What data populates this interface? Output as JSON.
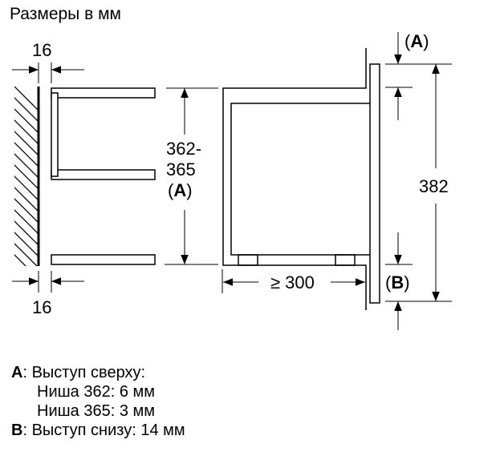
{
  "title": "Размеры в мм",
  "dimensions": {
    "side_gap_top": "16",
    "side_gap_bottom": "16",
    "niche_height_line1": "362-",
    "niche_height_line2": "365",
    "niche_height_ref_open": "(",
    "niche_height_ref": "A",
    "niche_height_ref_close": ")",
    "depth": "≥ 300",
    "front_height": "382",
    "ref_a": "A",
    "ref_b": "B"
  },
  "legend": {
    "a_key": "A",
    "a_text": ": Выступ сверху:",
    "a_line1": "Ниша 362: 6 мм",
    "a_line2": "Ниша 365: 3 мм",
    "b_key": "B",
    "b_text": ": Выступ снизу: 14 мм"
  }
}
